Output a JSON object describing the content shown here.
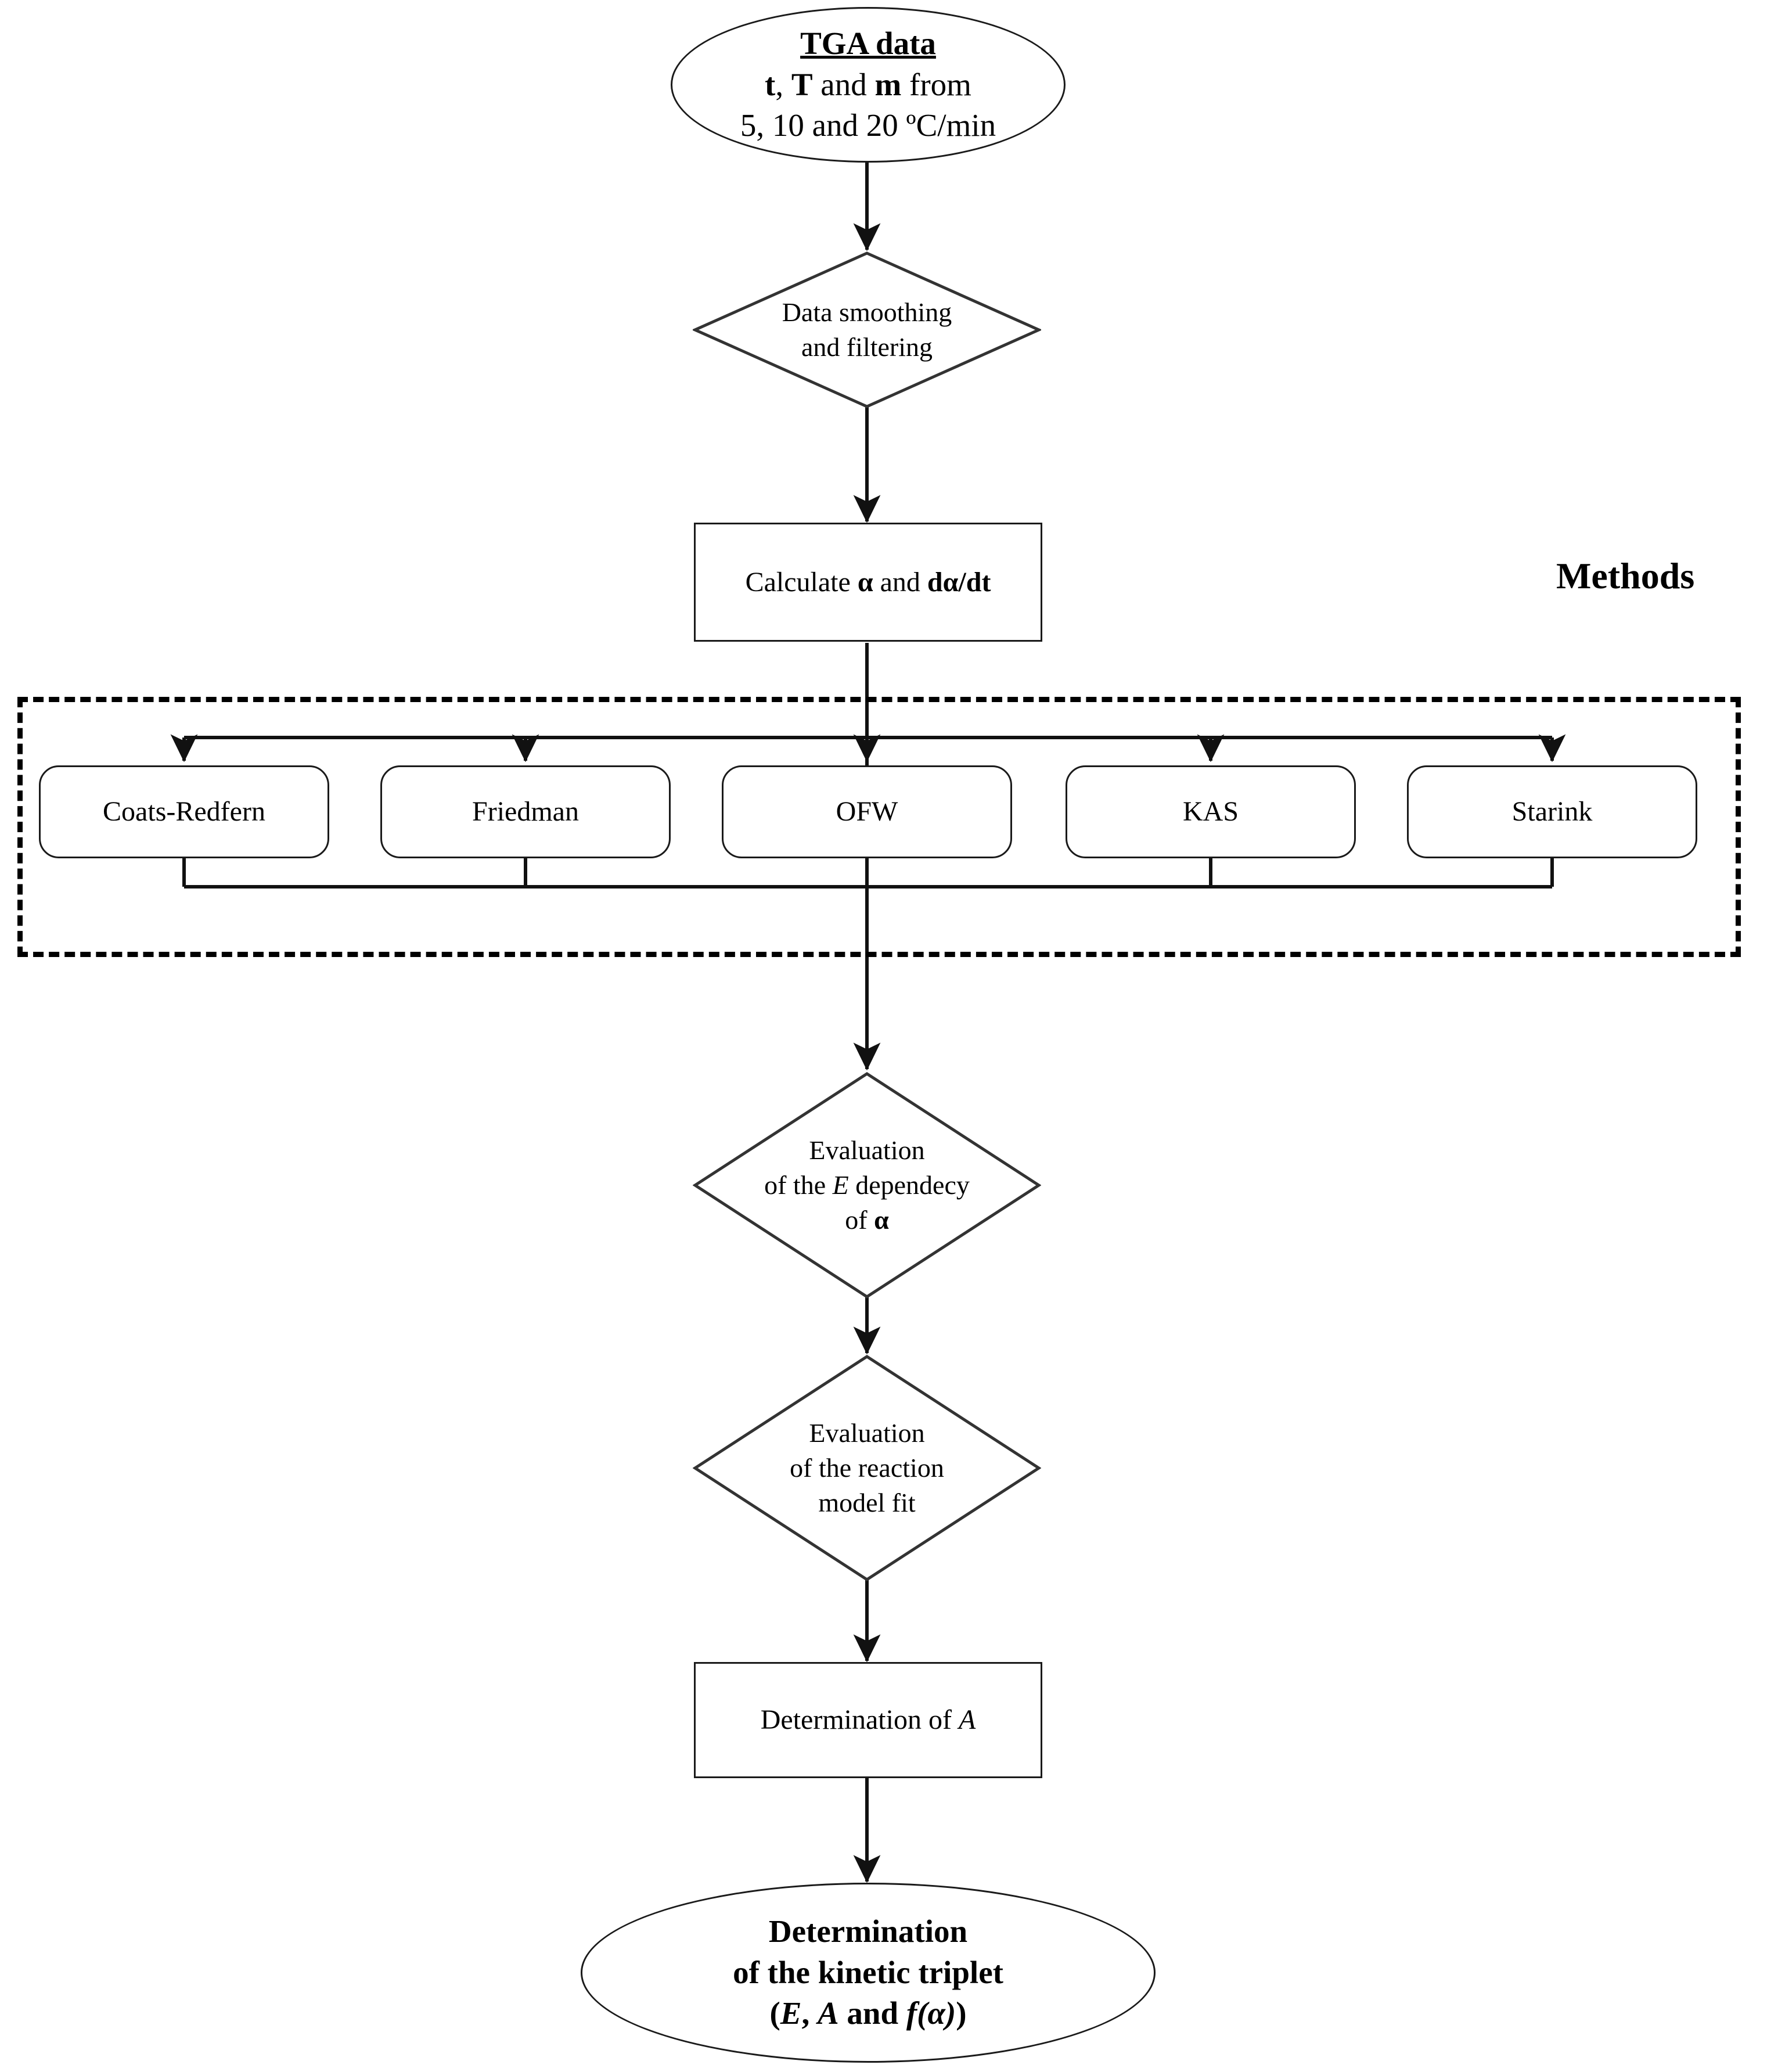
{
  "diagram": {
    "title_label": "Methods",
    "nodes": {
      "tga": {
        "line1": "TGA data",
        "line2_pre": "t",
        "line2_mid": ", ",
        "line2_t": "T",
        "line2_and": " and ",
        "line2_m": "m",
        "line2_post": " from",
        "line3": "5, 10 and 20 ºC/min"
      },
      "smoothing": {
        "line1": "Data smoothing",
        "line2": "and filtering"
      },
      "calculate": {
        "pre": "Calculate ",
        "alpha": "α",
        "mid": " and ",
        "dadt": "dα/dt"
      },
      "methods": [
        {
          "label": "Coats-Redfern"
        },
        {
          "label": "Friedman"
        },
        {
          "label": "OFW"
        },
        {
          "label": "KAS"
        },
        {
          "label": "Starink"
        }
      ],
      "eval_e": {
        "line1": "Evaluation",
        "line2_pre": "of the ",
        "line2_e": "E",
        "line2_post": " dependecy",
        "line3_pre": "of ",
        "line3_alpha": "α"
      },
      "eval_model": {
        "line1": "Evaluation",
        "line2": "of the reaction",
        "line3": "model fit"
      },
      "determination_a": {
        "pre": "Determination of ",
        "sym": "A"
      },
      "kinetic_triplet": {
        "line1": "Determination",
        "line2": "of the kinetic triplet",
        "line3_open": "(",
        "line3_e": "E",
        "line3_comma": ", ",
        "line3_a": "A",
        "line3_and": " and ",
        "line3_f": "f(α)",
        "line3_close": ")"
      }
    },
    "colors": {
      "stroke": "#1a1a1a",
      "background": "#ffffff",
      "dashed_frame": "#000000"
    }
  }
}
